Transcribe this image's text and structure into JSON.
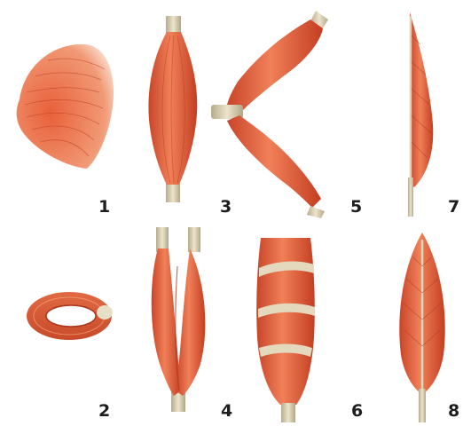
{
  "figure": {
    "labels": [
      "1",
      "2",
      "3",
      "4",
      "5",
      "6",
      "7",
      "8"
    ],
    "colors": {
      "muscle": "#e8603a",
      "muscle_dark": "#b83a1f",
      "muscle_light": "#f6a27e",
      "tendon": "#d8cfb4",
      "tendon_dark": "#a99e80",
      "background": "#ffffff"
    }
  }
}
